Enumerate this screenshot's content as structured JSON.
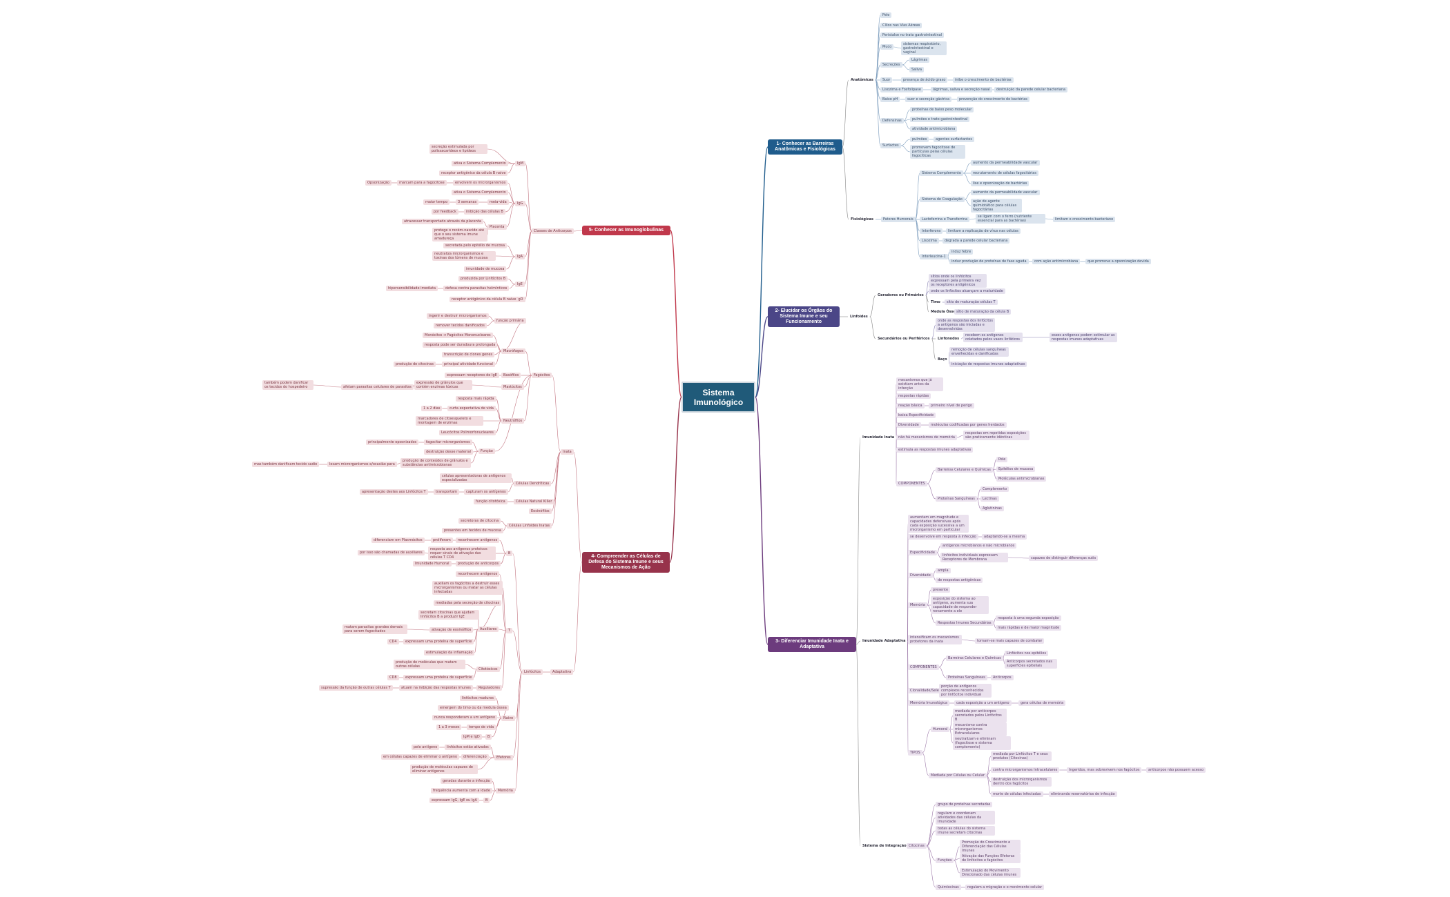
{
  "central": "Sistema Imunológico",
  "colors": {
    "b1": "#1f5c8c",
    "b2": "#4b4687",
    "b3": "#6c3b7d",
    "b4": "#97334b",
    "b5": "#c0384b"
  },
  "hubs": {
    "h1": "1- Conhecer as Barreiras Anatômicas e Fisiológicas",
    "h2": "2- Elucidar os Órgãos do Sistema Imune e seu Funcionamento",
    "h3": "3- Diferenciar Imunidade Inata e Adaptativa",
    "h4": "4- Compreender as Células de Defesa do Sistema Imune e seus Mecanismos de Ação",
    "h5": "5- Conhecer as Imunoglobulinas"
  },
  "b1": {
    "anat": "Anatômicas",
    "fis": "Fisiológicas",
    "pele": "Pele",
    "cilios": "Cílios nas Vias Aéreas",
    "peris": "Peristalse no trato gastrointestinal",
    "muco": "Muco",
    "muco_t": "sistemas respiratório, gastrointestinal e vaginal",
    "secr": "Secreções",
    "lagr": "Lágrimas",
    "saliva": "Saliva",
    "suor": "Suor",
    "suor_t": "presença de ácido graxo",
    "suor_t2": "inibe o crescimento de bactérias",
    "liso": "Lisozima e Fosfolipase",
    "liso_t": "lágrimas, saliva e secreção nasal",
    "liso_t2": "destruição da parede celular bacteriana",
    "ph": "Baixo pH",
    "ph_t": "suor e secreção gástrica",
    "ph_t2": "prevenção do crescimento de bactérias",
    "def": "Defensinas",
    "def1": "proteínas de baixo peso molecular",
    "def2": "pulmões e trato gastrointestinal",
    "def3": "atividade antimicrobiana",
    "surf": "Surfactes",
    "surf1": "pulmões",
    "surf2": "agentes surfactantes",
    "surf3": "promovem fagocitose de partículas pelas células fagocíticas",
    "fh": "Fatores Humorais",
    "comp": "Sistema Complemento",
    "comp1": "aumento da permeabilidade vascular",
    "comp2": "recrutamento de células fagocitárias",
    "comp3": "lise e opsonização de bactérias",
    "coag": "Sistema de Coagulação",
    "coag1": "aumento da permeabilidade vascular",
    "coag2": "ação de agente quimiotático para células fagocitárias",
    "lact": "Lactoferrina e Transferrina",
    "lact1": "se ligam com o ferro (nutriente essencial para as bactérias)",
    "lact2": "limitam o crescimento bacteriano",
    "interf": "Interferons",
    "interf1": "limitam a replicação de vírus nas células",
    "lisoz": "Lisozima",
    "lisoz1": "degrada a parede celular bacteriana",
    "il": "Interleucina-1",
    "il1": "induz febre",
    "il2": "induz produção de proteínas de fase aguda",
    "il3": "com ação antimicrobiana",
    "il4": "que promove a opsonização devida"
  },
  "b2": {
    "linf": "Linfoides",
    "ger": "Geradores ou Primários",
    "ger1": "sítios onde os linfócitos expressam pela primeira vez os receptores antigênicos",
    "ger2": "onde os linfócitos alcançam a maturidade",
    "timo": "Timo",
    "timo_t": "sítio de maturação células T",
    "medula": "Medula Óssea",
    "medula_t": "sítio de maturação da célula B",
    "sec": "Secundários ou Periféricos",
    "sec1": "onde as respostas dos linfócitos a antígenos são iniciadas e desenvolvidas",
    "linfon": "Linfonodos",
    "linfon1": "recebem os antígenos coletados pelos vasos linfáticos",
    "linfon2": "esses antígenos podem estimular as respostas imunes adaptativas",
    "baco": "Baço",
    "baco1": "remoção de células sanguíneas envelhecidas e danificadas",
    "baco2": "iniciação de respostas imunes adaptativas"
  },
  "b3": {
    "inata": "Imunidade Inata",
    "in1": "mecanismos que já existiam antes da infecção",
    "in2": "respostas rápidas",
    "in3": "reação básica",
    "in3b": "primeiro nível de perigo",
    "in4": "baixa Especificidade",
    "in5": "Diversidade",
    "in5b": "moléculas codificadas por genes herdados",
    "in6": "não há mecanismos de memória",
    "in6b": "respostas em repetidas exposições são praticamente idênticas",
    "in7": "estimula as respostas imunes adaptativas",
    "incomp": "COMPONENTES",
    "bcq": "Barreiras Celulares e Químicas",
    "bcq1": "Pele",
    "bcq2": "Epitélios de mucosa",
    "bcq3": "Moléculas antimicrobianas",
    "ps": "Proteínas Sanguíneas",
    "ps1": "Complemento",
    "ps2": "Lectinas",
    "ps3": "Aglutininas",
    "adapt": "Imunidade Adaptativa",
    "ad1": "aumentam em magnitude e capacidades defensivas após cada exposição sucessiva a um microrganismo em particular",
    "ad2": "se desenvolve em resposta à infecção",
    "ad2b": "adaptando-se a mesma",
    "esp": "Especificidade",
    "esp1": "antígenos microbianos e não microbianos",
    "esp2": "linfócitos individuais expressam Receptores de Membrana",
    "esp3": "capazes de distinguir diferenças sutis",
    "div": "Diversidade",
    "div1": "ampla",
    "div2": "de respostas antigênicas",
    "mem": "Memória",
    "mem1": "presente",
    "mem2": "exposição do sistema ao antígeno, aumenta sua capacidade de responder novamente a ele",
    "mem3": "Respostas Imunes Secundárias",
    "mem3a": "resposta à uma segunda exposição",
    "mem3b": "mais rápidas e de maior magnitude",
    "ad3": "intensificam os mecanismos protetores da inata",
    "ad3b": "tornam-se mais capazes de combater",
    "adcomp": "COMPONENTES",
    "adbcq": "Barreiras Celulares e Químicas",
    "adbcq1": "Linfócitos nos epitélios",
    "adbcq2": "Anticorpos secretados nas superfícies epiteliais",
    "adps": "Proteínas Sanguíneas",
    "adps1": "Anticorpos",
    "clon": "Clonalidade/Seleção",
    "clon1": "porção de antígenos complexos reconhecidos por linfócitos individual",
    "memi": "Memória Imunológica",
    "memi1": "cada exposição a um antígeno",
    "memi2": "gera células de memória",
    "tipos": "TIPOS",
    "hum": "Humoral",
    "hum1": "mediada por anticorpos secretados pelos Linfócitos B",
    "hum2": "mecanismo contra microrganismos Extracelulares",
    "hum3": "neutralizam e eliminam (fagocitose e sistema complemento)",
    "cel": "Mediada por Células ou Celular",
    "cel1": "mediada por Linfócitos T e seus produtos (Citocinas)",
    "cel2": "contra microrganismos Intracelulares",
    "cel2b": "Ingeridos, mas sobrevivem nos fagócitos",
    "cel2c": "anticorpos não possuem acesso",
    "cel3": "destruição dos microrganismos dentro dos fagócitos",
    "cel4": "morte de células infectadas",
    "cel4b": "eliminando reservatórios de infecção",
    "integ": "Sistema de Integração",
    "cito": "Citocinas",
    "ci1": "grupo de proteínas secretadas",
    "ci2": "regulam e coordenam atividades das células da Imunidade",
    "ci3": "todas as células do sistema imune secretam citocinas",
    "func": "Funções",
    "f1": "Promoção do Crescimento e Diferenciação das Células Imunes",
    "f2": "Ativação das Funções Efetoras de linfócitos e fagócitos",
    "f3": "Estimulação do Movimento Direcionado das células imunes",
    "quim": "Quimiocinas",
    "quim1": "regulam a migração e o movimento celular"
  },
  "b4": {
    "inata": "Inata",
    "fag": "Fagócitos",
    "adap": "Adaptativa",
    "linfo": "Linfócitos",
    "mac": "Macrófagos",
    "mac1": "ingerir e destruir microrganismos",
    "mac2": "remover tecidos danificados",
    "mac2t": "função primária",
    "mac3": "Monócitos ➔ Fagócitos Mononucleares",
    "mac4": "resposta pode ser duradoura prolongada",
    "mac5": "transcrição de clones genes",
    "mac6": "principal atividade funcional",
    "mac6b": "produção de citocinas",
    "baso": "Basófilos",
    "baso1": "expressam receptores de IgE",
    "mast": "Mastócitos",
    "mast1": "expressão de grânulos que contêm enzimas tóxicas",
    "mast2": "afetam parasitas celulares de parasitas",
    "mast3": "também podem danificar os tecidos do hospedeiro",
    "neut": "Neutrófilos",
    "neut1": "resposta mais rápida",
    "neut2": "1 a 2 dias",
    "neut2b": "curta expectativa de vida",
    "neut3": "marcadores de citoesqueleto e montagem de enzimas",
    "neut4": "Leucócitos Polimorfonucleares",
    "funcao": "Função",
    "fn1": "fagocitar microrganismos",
    "fn1b": "principalmente opsonizados",
    "fn2": "destruição desse material",
    "fn3": "produção de conteúdos de grânulos e substâncias antimicrobianas",
    "fn3b": "lesam microrganismos e/ocasião para",
    "fn3c": "mas também danificam tecido sadio",
    "dend": "Células Dendríticas",
    "dend1": "células apresentadoras de antígenos especializadas",
    "dend2": "capturam os antígenos",
    "dend3": "transportam",
    "dend4": "apresentação destes aos Linfócitos T",
    "nk": "Células Natural Killer",
    "nk1": "função citotóxica",
    "eos": "Eosinófilos",
    "ilm": "Células Linfoides Inatas",
    "ilm1": "secretoras de citocina",
    "ilm2": "presentes em tecidos de mucosa",
    "B": "B",
    "b1": "reconhecem antígenos",
    "b1b": "proliferam",
    "b1c": "diferenciam em Plasmócitos",
    "b2": "resposta aos antígenos proteicos requer sinais de ativação das células T CD4",
    "b2b": "por isso são chamadas de auxiliares",
    "b3": "produção de anticorpos",
    "b3b": "Imunidade Humoral",
    "T": "T",
    "t1": "reconhecem antígenos",
    "t2": "auxiliam os fagócitos a destruir esses microrganismos ou matar as células infectadas",
    "aux": "Auxiliares",
    "aux1": "mediadas pela secreção de citocinas",
    "aux2": "secretam citocinas que ajudam linfócitos B a produzir IgE",
    "aux3": "ativação de eosinófilos",
    "aux3b": "matam parasitas grandes demais para serem fagocitados",
    "aux4": "expressam uma proteína de superfície",
    "aux4b": "CD4",
    "aux5": "estimulação da inflamação",
    "cito": "Citotóxicos",
    "cito1": "produção de moléculas que matam outras células",
    "cito2": "expressam uma proteína de superfície",
    "cito2b": "CD8",
    "reg": "Reguladores",
    "reg1": "atuam na inibição das respostas imunes",
    "reg1b": "supressão da função de outras células T",
    "naive": "Naive",
    "nv1": "linfócitos maduros",
    "nv2": "emergem do timo ou da medula óssea",
    "nv3": "nunca responderam a um antígeno",
    "nv4": "tempo de vida",
    "nv4b": "1 a 3 meses",
    "nv5": "IgM e IgD",
    "nv5b": "B",
    "efet": "Efetores",
    "ef1": "linfócitos estão ativados",
    "ef1b": "pelo antígeno",
    "ef2": "diferenciação",
    "ef2b": "em células capazes de eliminar o antígeno",
    "ef3": "produção de moléculas capazes de eliminar antígenos",
    "memo": "Memória",
    "mo1": "geradas durante a infecção",
    "mo2": "frequência aumenta com a idade",
    "mo3": "B",
    "mo3b": "expressam IgG, IgE ou IgA"
  },
  "b5": {
    "classes": "Classes de Anticorpos",
    "igm": "IgM",
    "igm1": "secreção estimulada por polissacarídeos e lipídeos",
    "igm2": "ativa o Sistema Complemento",
    "igm3": "receptor antigênico da célula B naive",
    "igg": "IgG",
    "igg1": "envolvem os microrganismos",
    "igg1b": "marcam para a fagocitose",
    "igg1c": "Opsonização",
    "igg2": "ativa o Sistema Complemento",
    "igg3": "meia-vida",
    "igg3b": "3 semanas",
    "igg3c": "maior tempo",
    "igg4": "inibição das células B",
    "igg4b": "por feedback",
    "plac": "Placenta",
    "plac1": "atravessar transportado através da placenta",
    "plac2": "protege o recém-nascido até que o seu sistema imune amadureça",
    "iga": "IgA",
    "iga1": "secretada pelo epitélio de mucosa",
    "iga2": "neutraliza microrganismos e toxinas dos lúmens de mucosa",
    "iga3": "imunidade de mucosa",
    "ige": "IgE",
    "ige1": "produzida por Linfócitos B",
    "ige2": "defesa contra parasitas helmínticos",
    "ige2b": "hipersensibilidade imediata",
    "igd": "IgD",
    "igd1": "receptor antigênico da célula B naive"
  }
}
